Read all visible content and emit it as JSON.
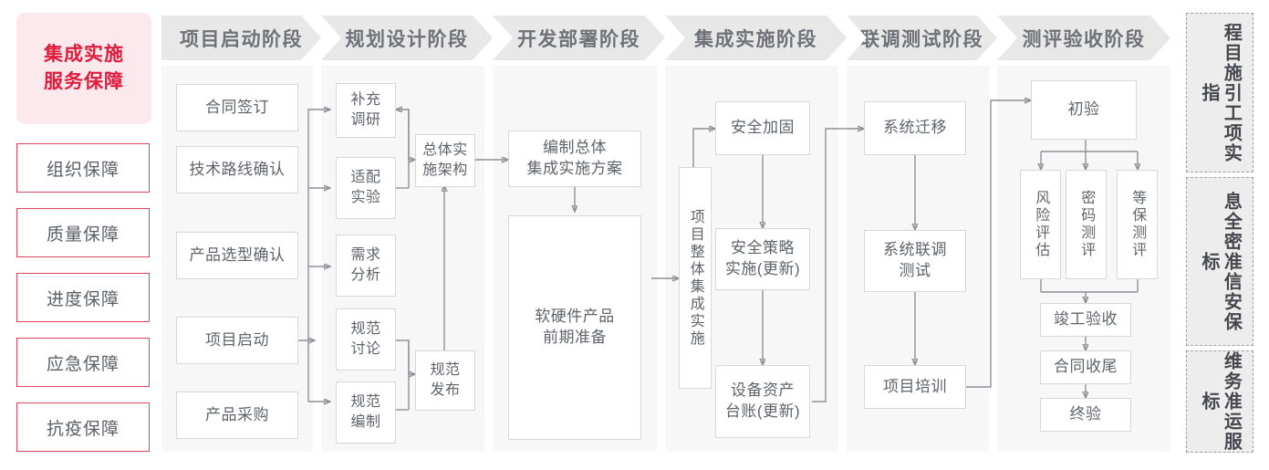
{
  "left_sidebar": {
    "title": "集成实施\n服务保障",
    "title_line1": "集成实施",
    "title_line2": "服务保障",
    "accent_color": "#e01b3c",
    "accent_bg": "#fce9ed",
    "items": [
      {
        "label": "组织保障"
      },
      {
        "label": "质量保障"
      },
      {
        "label": "进度保障"
      },
      {
        "label": "应急保障"
      },
      {
        "label": "抗疫保障"
      }
    ]
  },
  "phases": [
    {
      "id": "phase-1",
      "header": "项目启动阶段",
      "nodes": [
        {
          "id": "n-hetong-qianding",
          "label": "合同签订"
        },
        {
          "id": "n-jishu-luxian",
          "label": "技术路线确认"
        },
        {
          "id": "n-chanpin-xuanxing",
          "label": "产品选型确认"
        },
        {
          "id": "n-xiangmu-qidong",
          "label": "项目启动"
        },
        {
          "id": "n-chanpin-caigou",
          "label": "产品采购"
        }
      ]
    },
    {
      "id": "phase-2",
      "header": "规划设计阶段",
      "nodes": [
        {
          "id": "n-buchong-diaoyan",
          "label": "补充\n调研"
        },
        {
          "id": "n-shipei-shiyan",
          "label": "适配\n实验"
        },
        {
          "id": "n-xuqiu-fenxi",
          "label": "需求\n分析"
        },
        {
          "id": "n-guifan-taolun",
          "label": "规范\n讨论"
        },
        {
          "id": "n-guifan-bianzhi",
          "label": "规范\n编制"
        },
        {
          "id": "n-zongti-jiagou",
          "label": "总体实\n施架构"
        },
        {
          "id": "n-guifan-fabu",
          "label": "规范\n发布"
        }
      ]
    },
    {
      "id": "phase-3",
      "header": "开发部署阶段",
      "nodes": [
        {
          "id": "n-bianzhi-fangan",
          "label": "编制总体\n集成实施方案"
        },
        {
          "id": "n-ruanyingjian",
          "label": "软硬件产品\n前期准备"
        }
      ]
    },
    {
      "id": "phase-4",
      "header": "集成实施阶段",
      "nodes": [
        {
          "id": "n-zhengti-jicheng",
          "label": "项目整体集成实施"
        },
        {
          "id": "n-anquan-jiagu",
          "label": "安全加固"
        },
        {
          "id": "n-anquan-celue",
          "label": "安全策略\n实施(更新)"
        },
        {
          "id": "n-shebei-zichan",
          "label": "设备资产\n台账(更新)"
        }
      ]
    },
    {
      "id": "phase-5",
      "header": "联调测试阶段",
      "nodes": [
        {
          "id": "n-xitong-qianyi",
          "label": "系统迁移"
        },
        {
          "id": "n-xitong-liandiao",
          "label": "系统联调\n测试"
        },
        {
          "id": "n-xiangmu-peixun",
          "label": "项目培训"
        }
      ]
    },
    {
      "id": "phase-6",
      "header": "测评验收阶段",
      "nodes": [
        {
          "id": "n-chuyan",
          "label": "初验"
        },
        {
          "id": "n-fengxian-pinggu",
          "label": "风险评估"
        },
        {
          "id": "n-mima-ceping",
          "label": "密码测评"
        },
        {
          "id": "n-dengbao-ceping",
          "label": "等保测评"
        },
        {
          "id": "n-jungong-yanshou",
          "label": "竣工验收"
        },
        {
          "id": "n-hetong-shouwei",
          "label": "合同收尾"
        },
        {
          "id": "n-zhongyan",
          "label": "终验"
        }
      ]
    }
  ],
  "standards": [
    {
      "id": "std-1",
      "label": "工程\n项目\n实施\n指引",
      "text": "程目施引工项实指"
    },
    {
      "id": "std-2",
      "label": "信息\n安全\n保密\n标准",
      "text": "息全密准信安保标"
    },
    {
      "id": "std-3",
      "label": "运维\n服务\n标准",
      "text": "维务准运服标"
    }
  ],
  "standards_readable": [
    "工程项目实施指引",
    "信息安全保密标准",
    "运维服务标准"
  ],
  "colors": {
    "panel_bg": "#f7f7f7",
    "header_bg": "#e8e8e8",
    "header_text": "#6e7278",
    "node_border": "#d6d8da",
    "node_text": "#5f646b",
    "wire": "#8d9197",
    "std_bg": "#ededed",
    "std_border": "#9aa0a6"
  }
}
